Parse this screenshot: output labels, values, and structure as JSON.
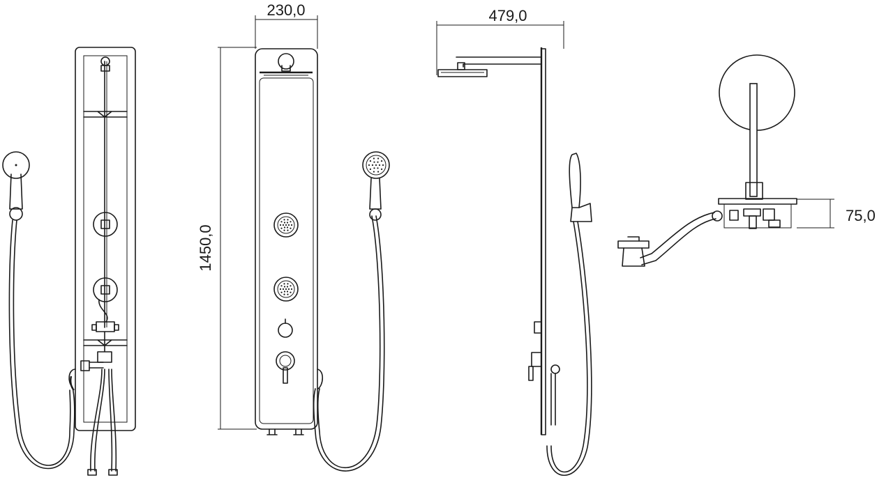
{
  "dimensions": {
    "width_front": "230,0",
    "height_front": "1450,0",
    "depth_side": "479,0",
    "depth_top": "75,0"
  },
  "views": [
    "back-view",
    "front-view",
    "side-view",
    "top-view"
  ]
}
